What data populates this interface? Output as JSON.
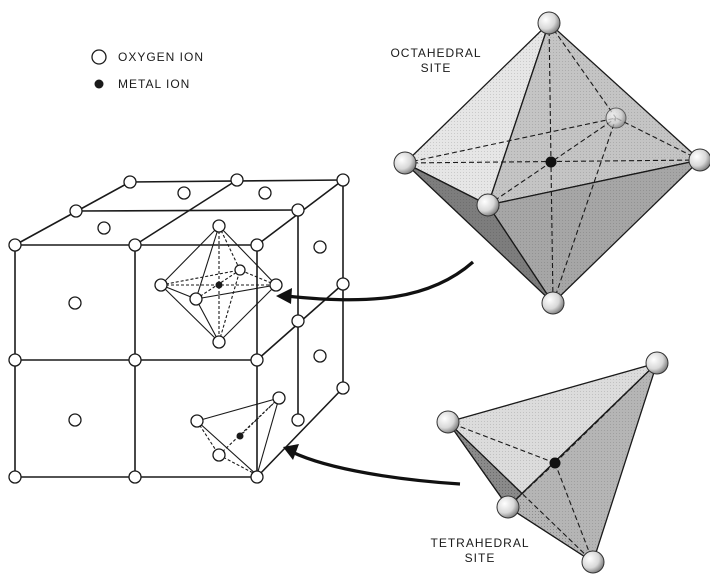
{
  "legend": {
    "oxygen_label": "OXYGEN ION",
    "metal_label": "METAL ION"
  },
  "labels": {
    "octahedral_line1": "OCTAHEDRAL",
    "octahedral_line2": "SITE",
    "tetrahedral_line1": "TETRAHEDRAL",
    "tetrahedral_line2": "SITE"
  },
  "colors": {
    "ink": "#1a1a1a",
    "face_light": "#e9e9e9",
    "face_mid": "#c9c9c9",
    "face_dark": "#8f8f8f",
    "background": "#ffffff"
  }
}
